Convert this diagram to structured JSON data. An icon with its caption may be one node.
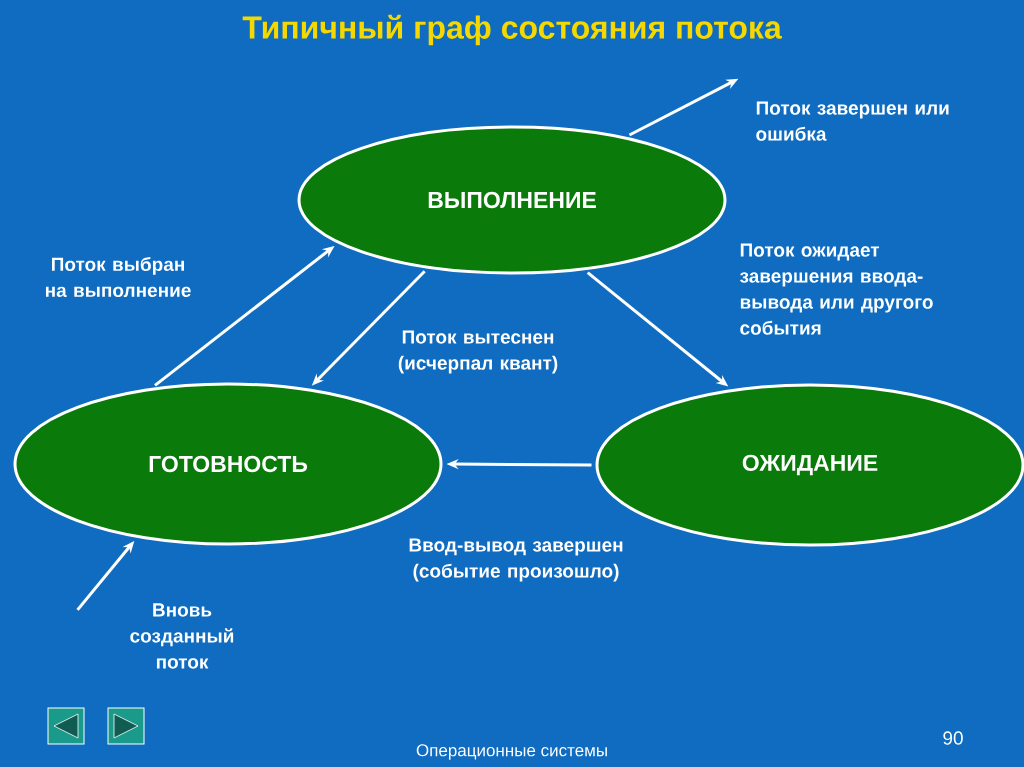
{
  "diagram": {
    "title": "Типичный граф состояния потока",
    "nodes": [
      {
        "text": [
          "ВЫПОЛНЕНИЕ"
        ]
      },
      {
        "text": [
          "ГОТОВНОСТЬ"
        ]
      },
      {
        "text": [
          "ОЖИДАНИЕ"
        ]
      }
    ],
    "edges": [
      {
        "from": 1,
        "to": 0,
        "arrow": "to",
        "label": "Поток выбран на выполнение"
      },
      {
        "from": 0,
        "to": 1,
        "arrow": "to",
        "label": "Поток вытеснен (исчерпал квант)"
      },
      {
        "from": 0,
        "to": 2,
        "arrow": "to",
        "label": "Поток ожидает завершения ввода-вывода или другого события"
      },
      {
        "from": 2,
        "to": 1,
        "arrow": "to",
        "label": "Ввод-вывод завершен (событие произошло)"
      },
      {
        "from": null,
        "to": 1,
        "arrow": "to",
        "label": "Вновь созданный поток"
      },
      {
        "from": 0,
        "to": null,
        "arrow": "to",
        "label": "Поток завершен или ошибка"
      }
    ],
    "labels": [
      "90",
      "Операционные системы"
    ]
  }
}
